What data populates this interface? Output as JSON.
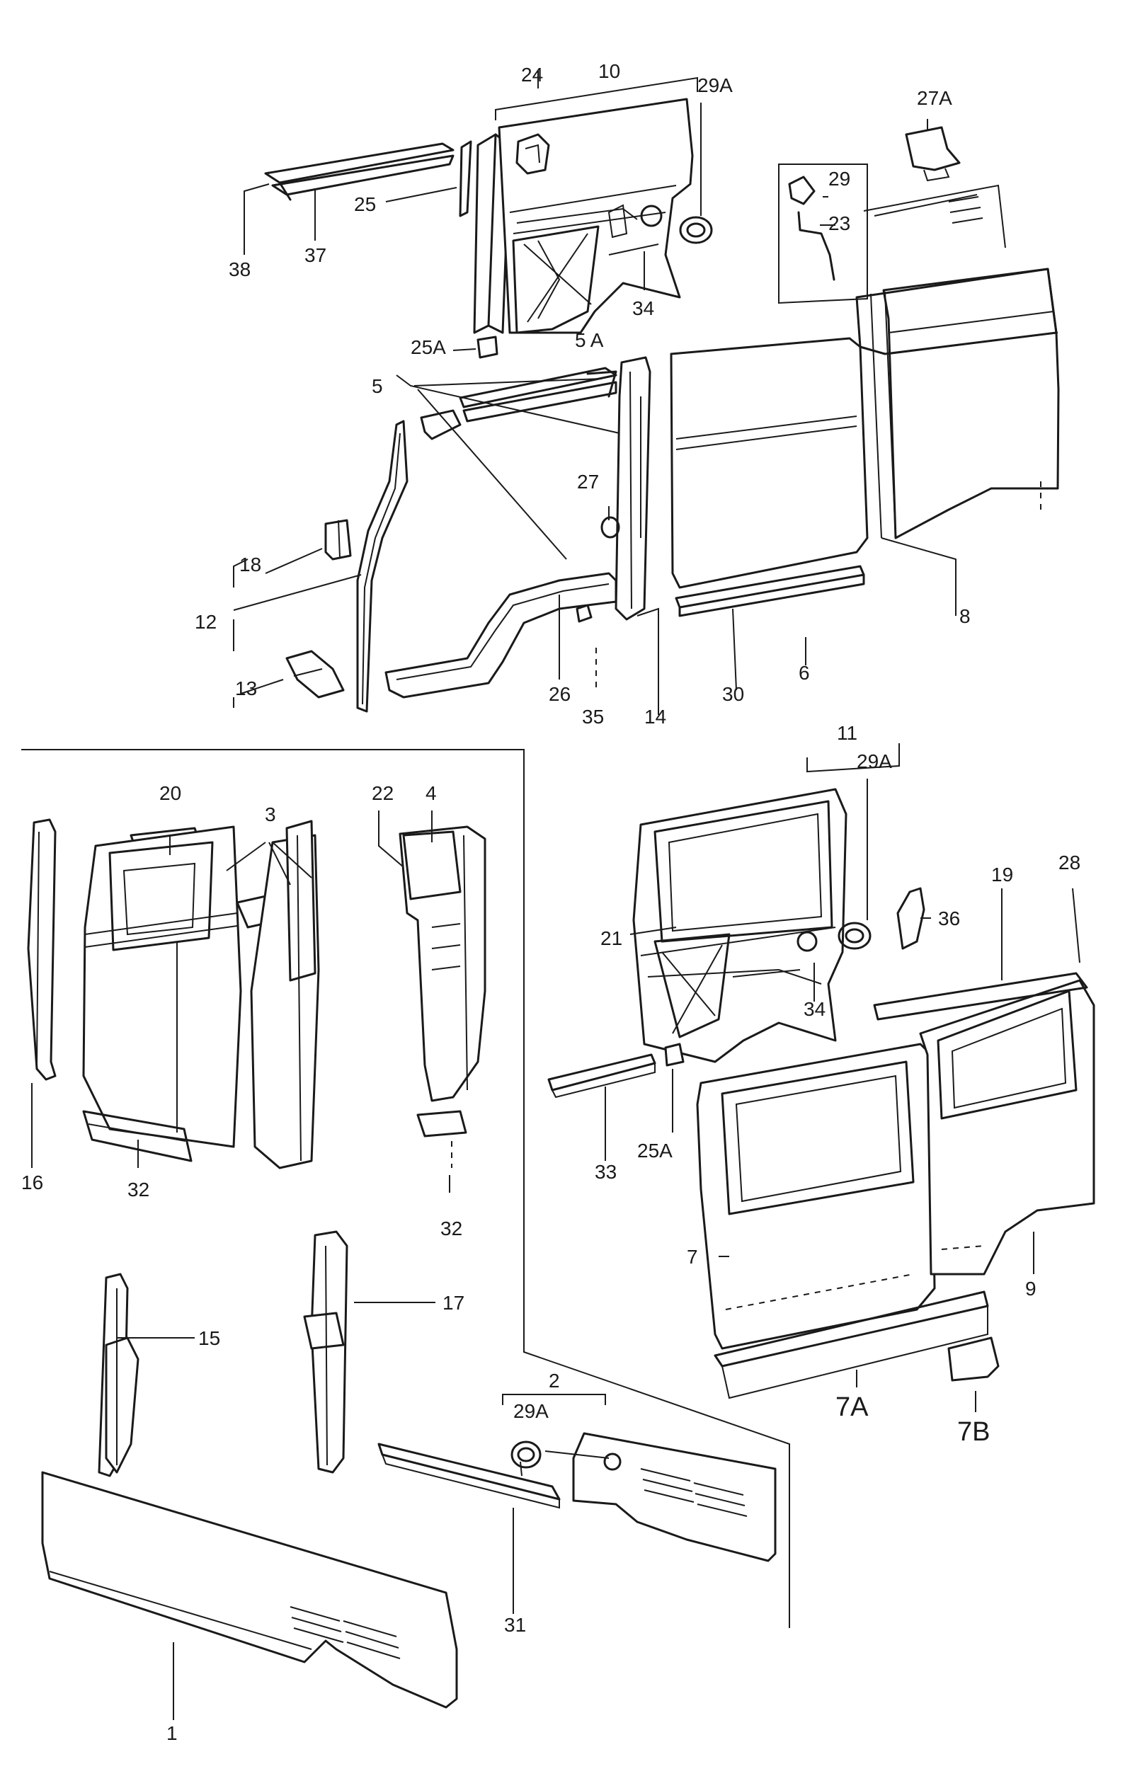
{
  "callouts": [
    {
      "id": "c1",
      "text": "1"
    },
    {
      "id": "c2",
      "text": "2"
    },
    {
      "id": "c3",
      "text": "3"
    },
    {
      "id": "c4",
      "text": "4"
    },
    {
      "id": "c5",
      "text": "5"
    },
    {
      "id": "c5a",
      "text": "5 A"
    },
    {
      "id": "c6",
      "text": "6"
    },
    {
      "id": "c7",
      "text": "7"
    },
    {
      "id": "c7a",
      "text": "7A"
    },
    {
      "id": "c7b",
      "text": "7B"
    },
    {
      "id": "c8",
      "text": "8"
    },
    {
      "id": "c9",
      "text": "9"
    },
    {
      "id": "c10",
      "text": "10"
    },
    {
      "id": "c11",
      "text": "11"
    },
    {
      "id": "c12",
      "text": "12"
    },
    {
      "id": "c13",
      "text": "13"
    },
    {
      "id": "c14",
      "text": "14"
    },
    {
      "id": "c15",
      "text": "15"
    },
    {
      "id": "c16",
      "text": "16"
    },
    {
      "id": "c17",
      "text": "17"
    },
    {
      "id": "c18",
      "text": "18"
    },
    {
      "id": "c19",
      "text": "19"
    },
    {
      "id": "c20",
      "text": "20"
    },
    {
      "id": "c21",
      "text": "21"
    },
    {
      "id": "c22",
      "text": "22"
    },
    {
      "id": "c23",
      "text": "23"
    },
    {
      "id": "c24",
      "text": "24"
    },
    {
      "id": "c25",
      "text": "25"
    },
    {
      "id": "c25a_top",
      "text": "25A"
    },
    {
      "id": "c25a_mid",
      "text": "25A"
    },
    {
      "id": "c26",
      "text": "26"
    },
    {
      "id": "c27",
      "text": "27"
    },
    {
      "id": "c27a",
      "text": "27A"
    },
    {
      "id": "c28",
      "text": "28"
    },
    {
      "id": "c29",
      "text": "29"
    },
    {
      "id": "c29a_top",
      "text": "29A"
    },
    {
      "id": "c29a_mid",
      "text": "29A"
    },
    {
      "id": "c29a_bot",
      "text": "29A"
    },
    {
      "id": "c30",
      "text": "30"
    },
    {
      "id": "c31",
      "text": "31"
    },
    {
      "id": "c32_left",
      "text": "32"
    },
    {
      "id": "c32_right",
      "text": "32"
    },
    {
      "id": "c33",
      "text": "33"
    },
    {
      "id": "c34_top",
      "text": "34"
    },
    {
      "id": "c34_mid",
      "text": "34"
    },
    {
      "id": "c35",
      "text": "35"
    },
    {
      "id": "c36",
      "text": "36"
    },
    {
      "id": "c37",
      "text": "37"
    },
    {
      "id": "c38",
      "text": "38"
    }
  ]
}
